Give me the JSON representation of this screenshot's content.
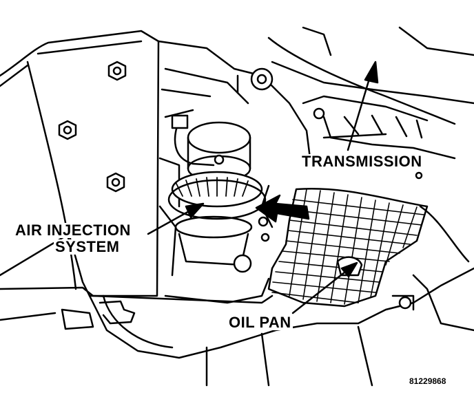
{
  "labels": {
    "transmission": "TRANSMISSION",
    "air_injection_line1": "AIR INJECTION",
    "air_injection_line2": "SYSTEM",
    "oil_pan": "OIL PAN",
    "figure_id": "81229868"
  },
  "colors": {
    "ink": "#000000",
    "paper": "#ffffff"
  }
}
